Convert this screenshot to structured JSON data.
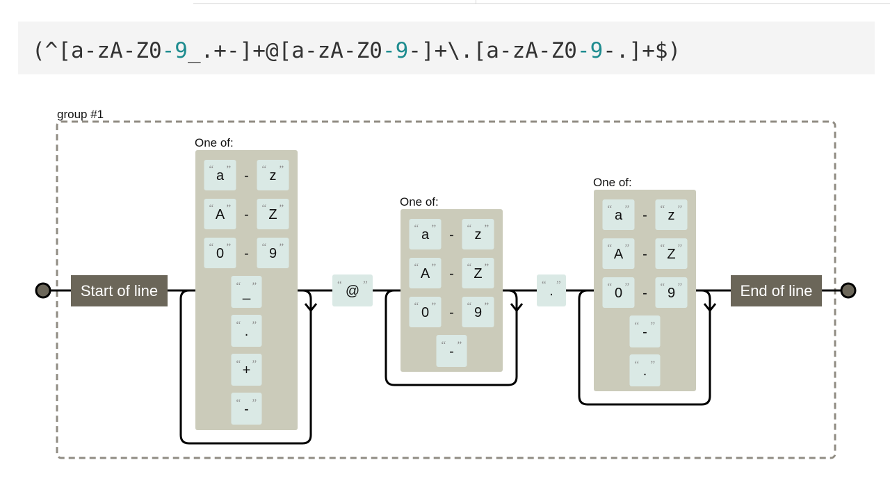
{
  "regex": {
    "segments": [
      {
        "text": "(^[a-zA-Z0",
        "hl": false
      },
      {
        "text": "-9",
        "hl": true
      },
      {
        "text": "_.+-]+@[a-zA-Z0",
        "hl": false
      },
      {
        "text": "-9",
        "hl": true
      },
      {
        "text": "-]+\\.[a-zA-Z0",
        "hl": false
      },
      {
        "text": "-9",
        "hl": true
      },
      {
        "text": "-.]+$)",
        "hl": false
      }
    ]
  },
  "diagram": {
    "group_label": "group #1",
    "start_label": "Start of line",
    "end_label": "End of line",
    "range_separator": "-",
    "charsets": [
      {
        "label": "One of:",
        "ranges": [
          [
            "a",
            "z"
          ],
          [
            "A",
            "Z"
          ],
          [
            "0",
            "9"
          ]
        ],
        "singles": [
          "_",
          ".",
          "+",
          "-"
        ]
      },
      {
        "label": "One of:",
        "ranges": [
          [
            "a",
            "z"
          ],
          [
            "A",
            "Z"
          ],
          [
            "0",
            "9"
          ]
        ],
        "singles": [
          "-"
        ]
      },
      {
        "label": "One of:",
        "ranges": [
          [
            "a",
            "z"
          ],
          [
            "A",
            "Z"
          ],
          [
            "0",
            "9"
          ]
        ],
        "singles": [
          "-",
          "."
        ]
      }
    ],
    "literals": [
      "@",
      "."
    ]
  },
  "colors": {
    "line": "#000000",
    "charset_bg": "#cbcbba",
    "literal_bg": "#dae9e5",
    "anchor_bg": "#6b6659",
    "terminal_fill": "#6b6659",
    "group_border": "#908c83",
    "regex_bg": "#f4f4f4",
    "regex_highlight": "#1e8c8f"
  }
}
